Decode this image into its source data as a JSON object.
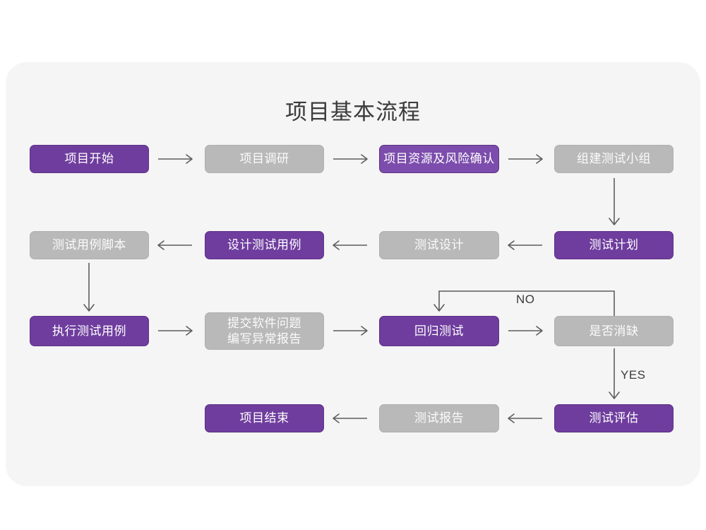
{
  "page": {
    "title": "项目基本流程",
    "background_color": "#ffffff",
    "panel_color": "#f5f5f5"
  },
  "theme": {
    "accent_purple": "#6f3d9e",
    "accent_purple_light": "#7c4dac",
    "muted_gray": "#b9b9b9",
    "line_color": "#5d5d5d",
    "title_color": "#3b3b3b",
    "node_text_light": "#ffffff"
  },
  "chart_data": {
    "type": "diagram",
    "title": "项目基本流程",
    "nodes": [
      {
        "id": "n1",
        "label": "项目开始",
        "style": "purple",
        "row": 1,
        "col": 1
      },
      {
        "id": "n2",
        "label": "项目调研",
        "style": "gray",
        "row": 1,
        "col": 2
      },
      {
        "id": "n3",
        "label": "项目资源及风险确认",
        "style": "purple-light",
        "row": 1,
        "col": 3
      },
      {
        "id": "n4",
        "label": "组建测试小组",
        "style": "gray",
        "row": 1,
        "col": 4
      },
      {
        "id": "n5",
        "label": "测试计划",
        "style": "purple",
        "row": 2,
        "col": 4
      },
      {
        "id": "n6",
        "label": "测试设计",
        "style": "gray",
        "row": 2,
        "col": 3
      },
      {
        "id": "n7",
        "label": "设计测试用例",
        "style": "purple",
        "row": 2,
        "col": 2
      },
      {
        "id": "n8",
        "label": "测试用例脚本",
        "style": "gray",
        "row": 2,
        "col": 1
      },
      {
        "id": "n9",
        "label": "执行测试用例",
        "style": "purple",
        "row": 3,
        "col": 1
      },
      {
        "id": "n10",
        "label": "提交软件问题\n编写异常报告",
        "style": "gray",
        "row": 3,
        "col": 2
      },
      {
        "id": "n11",
        "label": "回归测试",
        "style": "purple",
        "row": 3,
        "col": 3
      },
      {
        "id": "n12",
        "label": "是否消缺",
        "style": "gray",
        "row": 3,
        "col": 4
      },
      {
        "id": "n13",
        "label": "测试评估",
        "style": "purple",
        "row": 4,
        "col": 4
      },
      {
        "id": "n14",
        "label": "测试报告",
        "style": "gray",
        "row": 4,
        "col": 3
      },
      {
        "id": "n15",
        "label": "项目结束",
        "style": "purple",
        "row": 4,
        "col": 2
      }
    ],
    "edges": [
      {
        "from": "n1",
        "to": "n2",
        "dir": "right",
        "label": ""
      },
      {
        "from": "n2",
        "to": "n3",
        "dir": "right",
        "label": ""
      },
      {
        "from": "n3",
        "to": "n4",
        "dir": "right",
        "label": ""
      },
      {
        "from": "n4",
        "to": "n5",
        "dir": "down",
        "label": ""
      },
      {
        "from": "n5",
        "to": "n6",
        "dir": "left",
        "label": ""
      },
      {
        "from": "n6",
        "to": "n7",
        "dir": "left",
        "label": ""
      },
      {
        "from": "n7",
        "to": "n8",
        "dir": "left",
        "label": ""
      },
      {
        "from": "n8",
        "to": "n9",
        "dir": "down",
        "label": ""
      },
      {
        "from": "n9",
        "to": "n10",
        "dir": "right",
        "label": ""
      },
      {
        "from": "n10",
        "to": "n11",
        "dir": "right",
        "label": ""
      },
      {
        "from": "n11",
        "to": "n12",
        "dir": "right",
        "label": ""
      },
      {
        "from": "n12",
        "to": "n11",
        "dir": "loop-up-left",
        "label": "NO"
      },
      {
        "from": "n12",
        "to": "n13",
        "dir": "down",
        "label": "YES"
      },
      {
        "from": "n13",
        "to": "n14",
        "dir": "left",
        "label": ""
      },
      {
        "from": "n14",
        "to": "n15",
        "dir": "left",
        "label": ""
      }
    ],
    "edge_labels": [
      {
        "id": "no-label",
        "text": "NO"
      },
      {
        "id": "yes-label",
        "text": "YES"
      }
    ]
  }
}
